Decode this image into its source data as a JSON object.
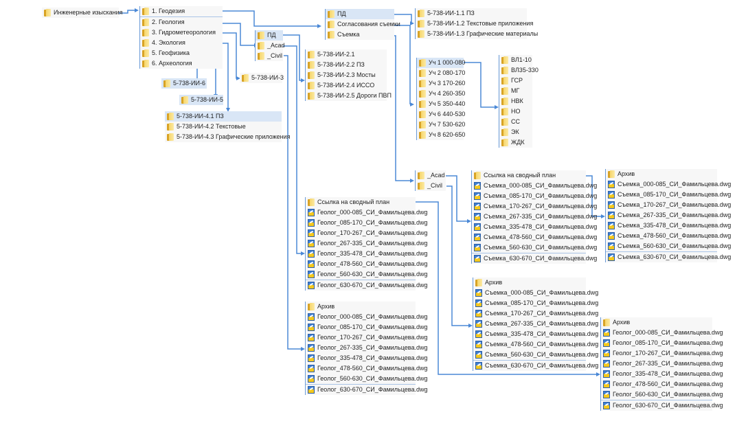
{
  "root": {
    "label": "Инженерные изыскания"
  },
  "sections": [
    {
      "label": "1. Геодезия"
    },
    {
      "label": "2. Геология"
    },
    {
      "label": "3. Гидрометеорология"
    },
    {
      "label": "4. Экология"
    },
    {
      "label": "5. Геофизика"
    },
    {
      "label": "6. Археология"
    }
  ],
  "archeology_folder": {
    "label": "5-738-ИИ-6"
  },
  "geophysics_folder": {
    "label": "5-738-ИИ-5"
  },
  "hydromet_folder": {
    "label": "5-738-ИИ-3"
  },
  "ecology_items": [
    {
      "label": "5-738-ИИ-4.1 ПЗ"
    },
    {
      "label": "5-738-ИИ-4.2 Текстовые"
    },
    {
      "label": "5-738-ИИ-4.3 Графические приложения"
    }
  ],
  "geology_sub": [
    {
      "label": "ПД"
    },
    {
      "label": "_Acad"
    },
    {
      "label": "_Civil"
    }
  ],
  "geology_pd_items": [
    {
      "label": "5-738-ИИ-2.1"
    },
    {
      "label": "5-738-ИИ-2.2 ПЗ"
    },
    {
      "label": "5-738-ИИ-2.3 Мосты"
    },
    {
      "label": "5-738-ИИ-2.4 ИССО"
    },
    {
      "label": "5-738-ИИ-2.5 Дороги ПВП"
    }
  ],
  "geodesy_sub": [
    {
      "label": "ПД"
    },
    {
      "label": "Согласования съемки"
    },
    {
      "label": "Съемка"
    }
  ],
  "geodesy_pd_items": [
    {
      "label": "5-738-ИИ-1.1 ПЗ"
    },
    {
      "label": "5-738-ИИ-1.2 Текстовые приложения"
    },
    {
      "label": "5-738-ИИ-1.3 Графические материалы"
    }
  ],
  "sections_list": [
    {
      "label": "Уч 1 000-080"
    },
    {
      "label": "Уч 2 080-170"
    },
    {
      "label": "Уч 3 170-260"
    },
    {
      "label": "Уч 4 260-350"
    },
    {
      "label": "Уч 5 350-440"
    },
    {
      "label": "Уч 6 440-530"
    },
    {
      "label": "Уч 7 530-620"
    },
    {
      "label": "Уч 8 620-650"
    }
  ],
  "approval_items": [
    {
      "label": "ВЛ1-10"
    },
    {
      "label": "ВЛ35-330"
    },
    {
      "label": "ГСР"
    },
    {
      "label": "МГ"
    },
    {
      "label": "НВК"
    },
    {
      "label": "НО"
    },
    {
      "label": "СС"
    },
    {
      "label": "ЭК"
    },
    {
      "label": "ЖДК"
    }
  ],
  "survey_sub": [
    {
      "label": "_Acad"
    },
    {
      "label": "_Civil"
    }
  ],
  "geology_acad": {
    "folder": "Ссылка на сводный план",
    "files": [
      "Геолог_000-085_СИ_Фамильцева.dwg",
      "Геолог_085-170_СИ_Фамильцева.dwg",
      "Геолог_170-267_СИ_Фамильцева.dwg",
      "Геолог_267-335_СИ_Фамильцева.dwg",
      "Геолог_335-478_СИ_Фамильцева.dwg",
      "Геолог_478-560_СИ_Фамильцева.dwg",
      "Геолог_560-630_СИ_Фамильцева.dwg",
      "Геолог_630-670_СИ_Фамильцева.dwg"
    ]
  },
  "geology_civil": {
    "folder": "Архив",
    "files": [
      "Геолог_000-085_СИ_Фамильцева.dwg",
      "Геолог_085-170_СИ_Фамильцева.dwg",
      "Геолог_170-267_СИ_Фамильцева.dwg",
      "Геолог_267-335_СИ_Фамильцева.dwg",
      "Геолог_335-478_СИ_Фамильцева.dwg",
      "Геолог_478-560_СИ_Фамильцева.dwg",
      "Геолог_560-630_СИ_Фамильцева.dwg",
      "Геолог_630-670_СИ_Фамильцева.dwg"
    ]
  },
  "survey_acad": {
    "folder": "Ссылка на сводный план",
    "files": [
      "Съемка_000-085_СИ_Фамильцева.dwg",
      "Съемка_085-170_СИ_Фамильцева.dwg",
      "Съемка_170-267_СИ_Фамильцева.dwg",
      "Съемка_267-335_СИ_Фамильцева.dwg",
      "Съемка_335-478_СИ_Фамильцева.dwg",
      "Съемка_478-560_СИ_Фамильцева.dwg",
      "Съемка_560-630_СИ_Фамильцева.dwg",
      "Съемка_630-670_СИ_Фамильцева.dwg"
    ]
  },
  "survey_acad_link": {
    "folder": "Архив",
    "files": [
      "Съемка_000-085_СИ_Фамильцева.dwg",
      "Съемка_085-170_СИ_Фамильцева.dwg",
      "Съемка_170-267_СИ_Фамильцева.dwg",
      "Съемка_267-335_СИ_Фамильцева.dwg",
      "Съемка_335-478_СИ_Фамильцева.dwg",
      "Съемка_478-560_СИ_Фамильцева.dwg",
      "Съемка_560-630_СИ_Фамильцева.dwg",
      "Съемка_630-670_СИ_Фамильцева.dwg"
    ]
  },
  "survey_civil": {
    "folder": "Архив",
    "files": [
      "Съемка_000-085_СИ_Фамильцева.dwg",
      "Съемка_085-170_СИ_Фамильцева.dwg",
      "Съемка_170-267_СИ_Фамильцева.dwg",
      "Съемка_267-335_СИ_Фамильцева.dwg",
      "Съемка_335-478_СИ_Фамильцева.dwg",
      "Съемка_478-560_СИ_Фамильцева.dwg",
      "Съемка_560-630_СИ_Фамильцева.dwg",
      "Съемка_630-670_СИ_Фамильцева.dwg"
    ]
  },
  "geology_acad_link": {
    "folder": "Архив",
    "files": [
      "Геолог_000-085_СИ_Фамильцева.dwg",
      "Геолог_085-170_СИ_Фамильцева.dwg",
      "Геолог_170-267_СИ_Фамильцева.dwg",
      "Геолог_267-335_СИ_Фамильцева.dwg",
      "Геолог_335-478_СИ_Фамильцева.dwg",
      "Геолог_478-560_СИ_Фамильцева.dwg",
      "Геолог_560-630_СИ_Фамильцева.dwg",
      "Геолог_630-670_СИ_Фамильцева.dwg"
    ]
  }
}
